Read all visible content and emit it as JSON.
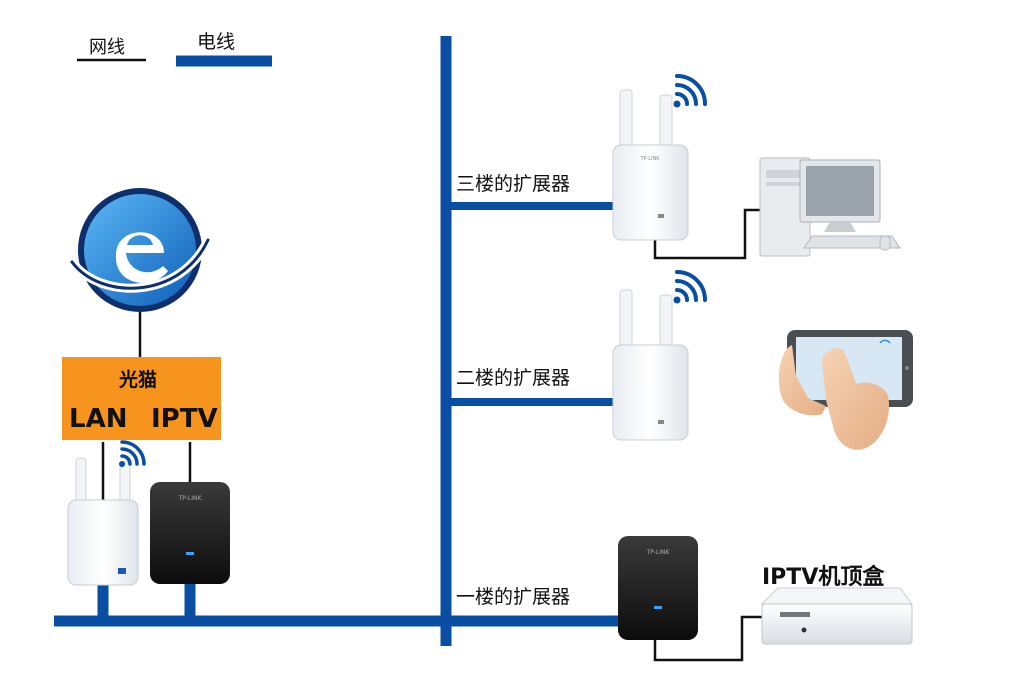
{
  "legend": {
    "network_cable": "网线",
    "power_line": "电线"
  },
  "modem": {
    "title": "光猫",
    "port_lan": "LAN",
    "port_iptv": "IPTV"
  },
  "extenders": {
    "third_floor": "三楼的扩展器",
    "second_floor": "二楼的扩展器",
    "first_floor": "一楼的扩展器"
  },
  "iptv_box": {
    "label": "IPTV机顶盒"
  },
  "device_brand": "TP-LINK",
  "colors": {
    "power_line": "#0a4ea3",
    "modem_fill": "#f7941d",
    "network_cable": "#111111",
    "wifi": "#0a4ea3",
    "ie_blue": "#1f86d6"
  },
  "icons": {
    "internet": "ie-icon",
    "wifi": "wifi-icon",
    "pc": "desktop-computer-icon",
    "tablet": "tablet-icon"
  }
}
